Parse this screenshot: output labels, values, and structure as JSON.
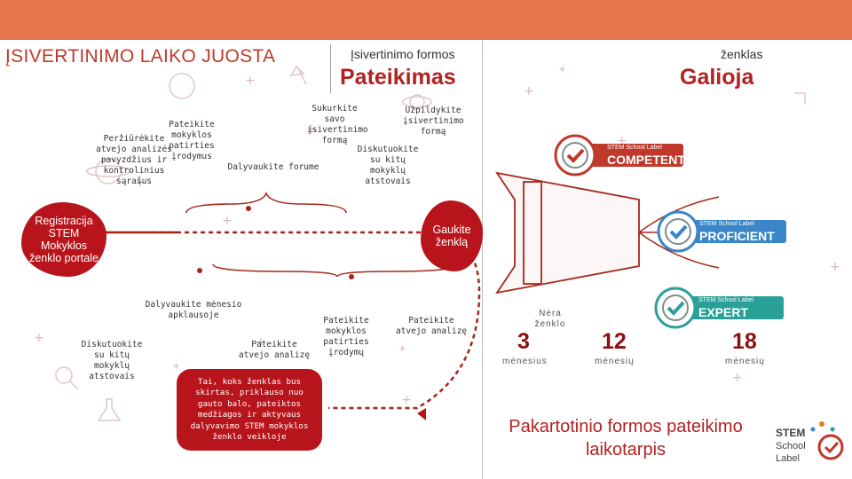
{
  "header": {
    "title": "ĮSIVERTINIMO LAIKO JUOSTA",
    "section1_small": "Įsivertinimo formos",
    "section1_big": "Pateikimas",
    "section2_small": "ženklas",
    "section2_big": "Galioja"
  },
  "steps": {
    "register": "Registracija STEM Mokyklos ženklo portale",
    "review": "Peržiūrėkite atvejo analizės pavyzdžius ir kontrolinius sąrašus",
    "submit_evidence": "Pateikite mokyklos patirties įrodymus",
    "forum": "Dalyvaukite forume",
    "create": "Sukurkite savo įsivertinimo formą",
    "fill": "Užpildykite įsivertinimo formą",
    "discuss_top": "Diskutuokite su kitų mokyklų atstovais",
    "get_label": "Gaukite ženklą",
    "monthly": "Dalyvaukite mėnesio apklausoje",
    "discuss_bottom": "Diskutuokite su kitų mokyklų atstovais",
    "case_left": "Pateikite atvejo analizę",
    "evidence_bottom": "Pateikite mokyklos patirties įrodymų",
    "case_right": "Pateikite atvejo analizę",
    "info_box": "Tai, koks ženklas bus skirtas, priklauso nuo gauto balo, pateiktos medžiagos ir aktyvaus dalyvavimo STEM mokyklos ženklo veikloje"
  },
  "badges": [
    {
      "brand": "STEM School Label",
      "level": "COMPETENT",
      "color": "#c0392b"
    },
    {
      "brand": "STEM School Label",
      "level": "PROFICIENT",
      "color": "#3a86c8"
    },
    {
      "brand": "STEM School Label",
      "level": "EXPERT",
      "color": "#2aa198"
    }
  ],
  "validity": {
    "none_label": "Nėra ženklo",
    "durations": [
      {
        "value": "3",
        "unit": "mėnesius"
      },
      {
        "value": "12",
        "unit": "mėnesių"
      },
      {
        "value": "18",
        "unit": "mėnesių"
      }
    ]
  },
  "footer": {
    "title": "Pakartotinio formos pateikimo laikotarpis",
    "logo_text": "STEM School Label"
  }
}
